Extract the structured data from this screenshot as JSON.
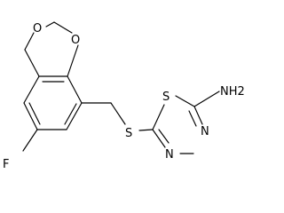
{
  "molecule": {
    "atoms": {
      "o1": "O",
      "o2": "O",
      "f": "F",
      "s_linker": "S",
      "s_ring": "S",
      "n3": "N",
      "n4": "N",
      "nh2": "NH2"
    }
  }
}
